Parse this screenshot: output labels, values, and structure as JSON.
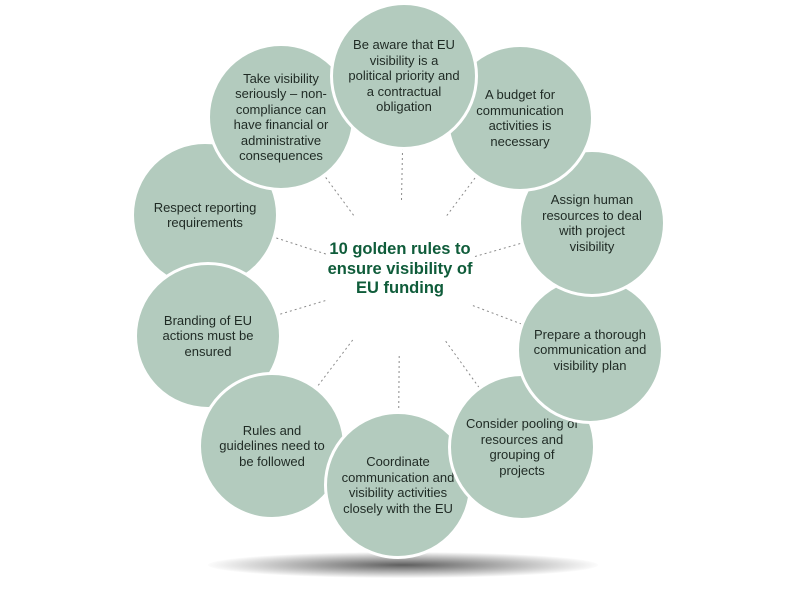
{
  "center_title": "10 golden rules to ensure visibility of EU funding",
  "rules": [
    "Be aware that EU visibility is a political priority and a contractual obligation",
    "A budget for communication activities is necessary",
    "Assign human resources to deal with project visibility",
    "Prepare a thorough communication and visibility plan",
    "Consider pooling of resources and grouping of projects",
    "Coordinate communication and visibility activities closely with the EU",
    "Rules and guidelines need to be followed",
    "Branding of EU actions must be ensured",
    "Respect reporting requirements",
    "Take visibility seriously – non-compliance can have financial or administrative consequences"
  ],
  "colors": {
    "bubble_fill": "#b3cbbe",
    "title_text": "#0f5c3a",
    "connector": "#8a8a8a"
  }
}
